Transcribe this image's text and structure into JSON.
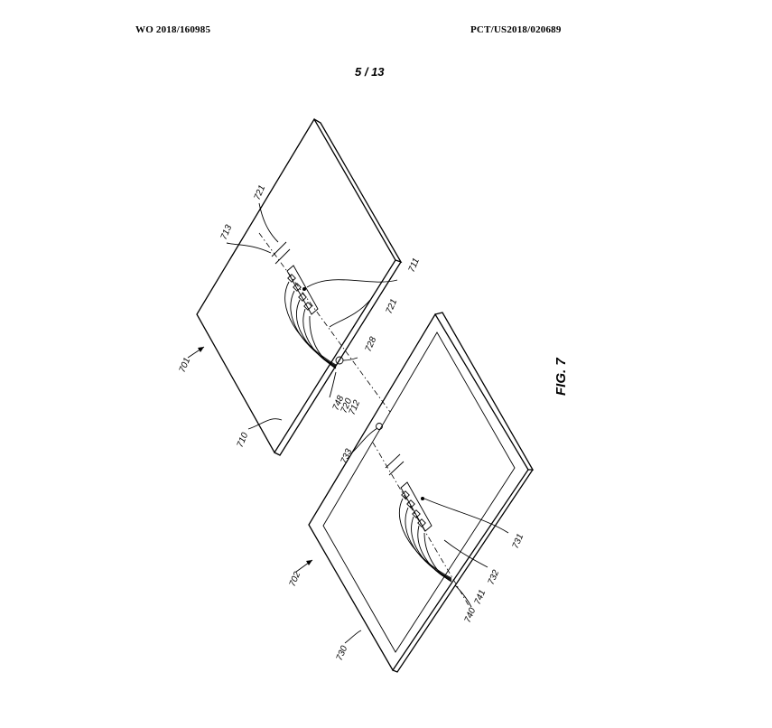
{
  "header": {
    "publication_number": "WO 2018/160985",
    "application_number": "PCT/US2018/020689"
  },
  "sheet": "5 / 13",
  "figure": {
    "label": "FIG. 7",
    "refs": {
      "r701": "701",
      "r702": "702",
      "r710": "710",
      "r711": "711",
      "r712": "712",
      "r713": "713",
      "r720": "720",
      "r721a": "721",
      "r721b": "721",
      "r728": "728",
      "r730": "730",
      "r731": "731",
      "r732": "732",
      "r733": "733",
      "r740": "740",
      "r741": "741",
      "r748": "748"
    }
  }
}
